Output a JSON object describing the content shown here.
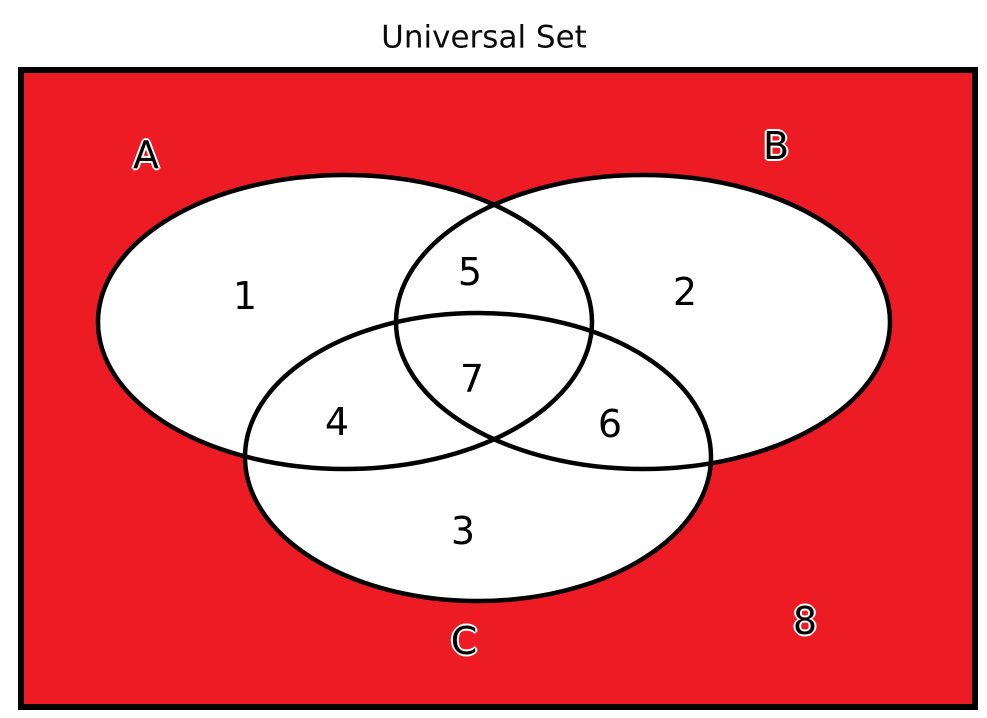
{
  "title": "Universal Set",
  "colors": {
    "universal_fill": "#ED1C24",
    "set_fill": "#FFFFFF",
    "outline": "#000000"
  },
  "sets": [
    {
      "label": "A"
    },
    {
      "label": "B"
    },
    {
      "label": "C"
    }
  ],
  "regions": [
    {
      "label": "1"
    },
    {
      "label": "2"
    },
    {
      "label": "3"
    },
    {
      "label": "4"
    },
    {
      "label": "5"
    },
    {
      "label": "6"
    },
    {
      "label": "7"
    },
    {
      "label": "8"
    }
  ]
}
